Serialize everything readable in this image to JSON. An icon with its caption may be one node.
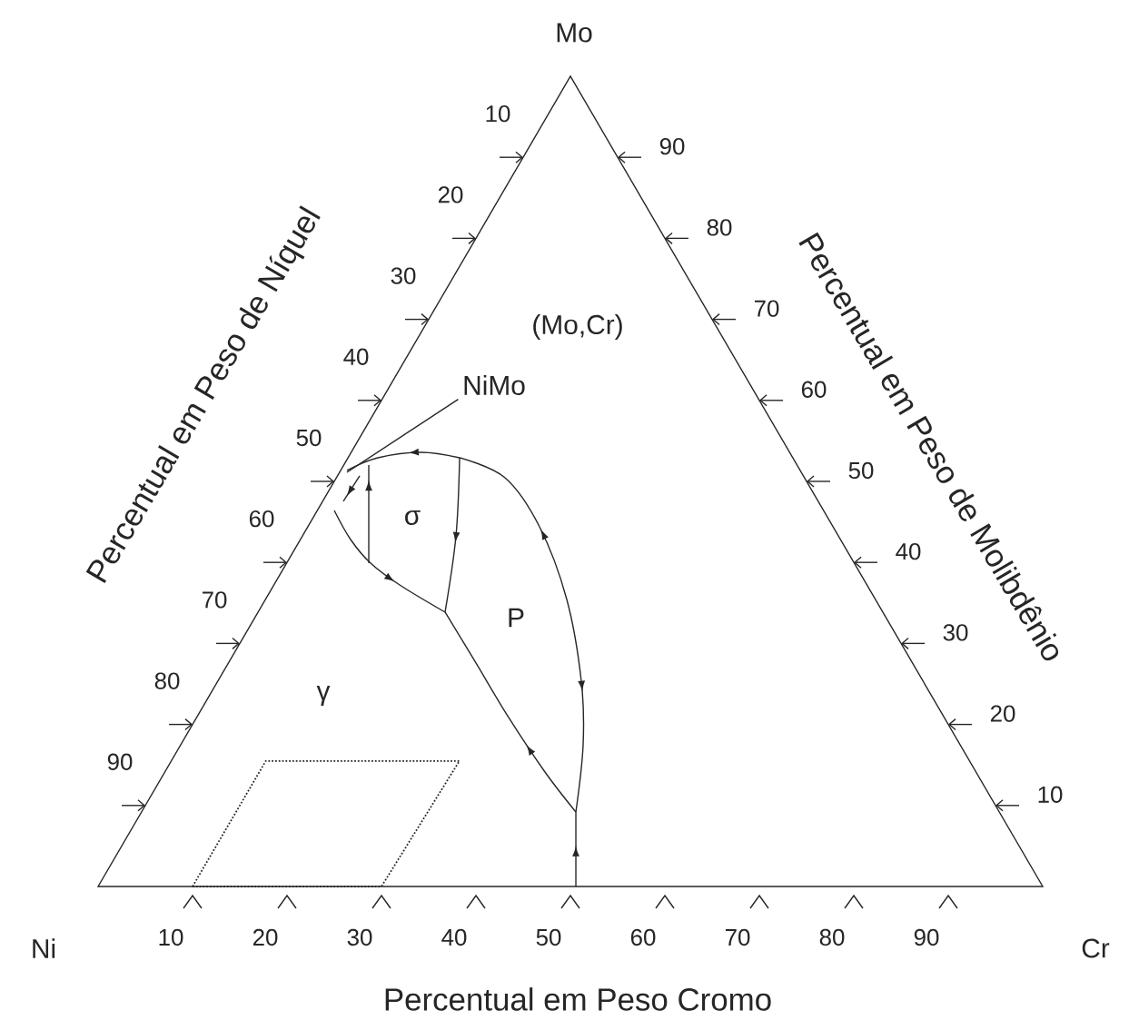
{
  "diagram": {
    "nodes": [
      {
        "text": [
          "NiMo"
        ]
      },
      {
        "text": [],
        "shape": "picture"
      }
    ],
    "edges": [
      {
        "from": 0,
        "to": 1,
        "arrow": "none"
      }
    ],
    "labels": [
      "Mo",
      "10",
      "20",
      "30",
      "40",
      "50",
      "60",
      "70",
      "80",
      "90",
      "90",
      "80",
      "70",
      "60",
      "50",
      "40",
      "30",
      "20",
      "10",
      "(Mo,Cr)",
      "σ",
      "P",
      "γ",
      "Ni",
      "10",
      "20",
      "30",
      "40",
      "50",
      "60",
      "70",
      "80",
      "90",
      "Cr",
      "Percentual em Peso de Níquel",
      "Percentual em Peso de Molibdênio",
      "Percentual em Peso Cromo"
    ]
  }
}
